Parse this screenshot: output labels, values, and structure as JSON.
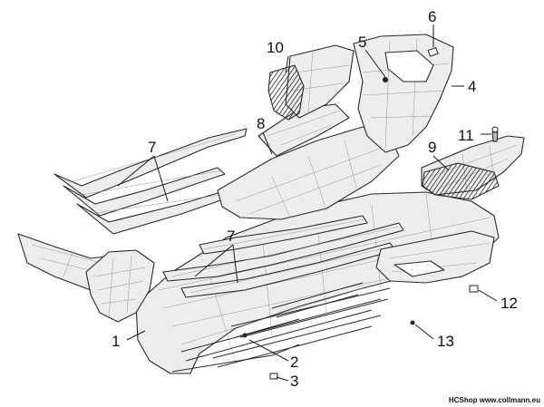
{
  "callouts": [
    {
      "id": "1",
      "label": "1"
    },
    {
      "id": "2",
      "label": "2"
    },
    {
      "id": "3",
      "label": "3"
    },
    {
      "id": "4",
      "label": "4"
    },
    {
      "id": "5",
      "label": "5"
    },
    {
      "id": "6",
      "label": "6"
    },
    {
      "id": "7a",
      "label": "7"
    },
    {
      "id": "7b",
      "label": "7"
    },
    {
      "id": "8",
      "label": "8"
    },
    {
      "id": "9",
      "label": "9"
    },
    {
      "id": "10",
      "label": "10"
    },
    {
      "id": "11",
      "label": "11"
    },
    {
      "id": "12",
      "label": "12"
    },
    {
      "id": "13",
      "label": "13"
    }
  ],
  "footer": {
    "shop": "HCShop",
    "url": "www.collmann.eu"
  }
}
